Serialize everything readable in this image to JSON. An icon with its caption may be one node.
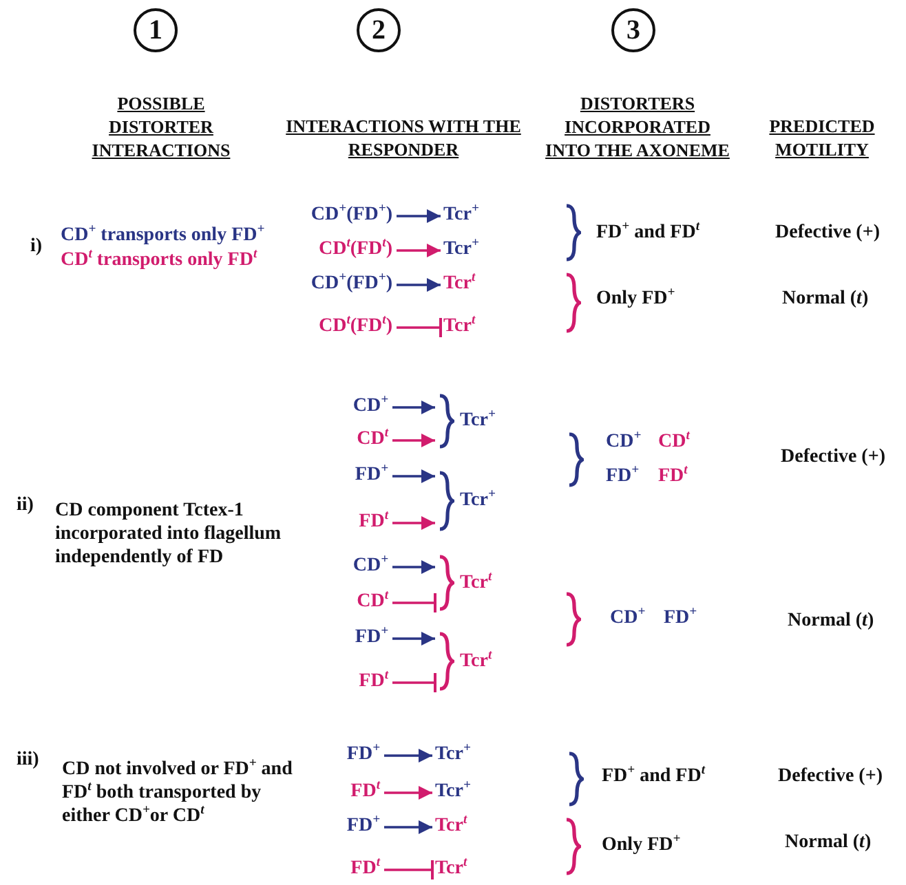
{
  "diagram": {
    "nodes": [
      {
        "text": [
          "CD$^{+}$(FD$^{+}$)"
        ]
      },
      {
        "text": [
          "Tcr$^{+}$"
        ]
      },
      {
        "text": [
          "CD$^{t}$(FD$^{t}$)"
        ]
      },
      {
        "text": [
          "Tcr$^{+}$"
        ]
      },
      {
        "text": [
          "CD$^{+}$(FD$^{+}$)"
        ]
      },
      {
        "text": [
          "Tcr$^{t}$"
        ]
      },
      {
        "text": [
          "CD$^{t}$(FD$^{t}$)"
        ]
      },
      {
        "text": [
          "Tcr$^{t}$"
        ]
      },
      {
        "text": [
          "CD$^{+}$"
        ]
      },
      {
        "text": [
          "CD$^{t}$"
        ]
      },
      {
        "text": [
          "Tcr$^{+}$"
        ]
      },
      {
        "text": [
          "FD$^{+}$"
        ]
      },
      {
        "text": [
          "FD$^{t}$"
        ]
      },
      {
        "text": [
          "Tcr$^{+}$"
        ]
      },
      {
        "text": [
          "CD$^{+}$"
        ]
      },
      {
        "text": [
          "CD$^{t}$"
        ]
      },
      {
        "text": [
          "Tcr$^{t}$"
        ]
      },
      {
        "text": [
          "FD$^{+}$"
        ]
      },
      {
        "text": [
          "FD$^{t}$"
        ]
      },
      {
        "text": [
          "Tcr$^{t}$"
        ]
      },
      {
        "text": [
          "FD$^{+}$"
        ]
      },
      {
        "text": [
          "Tcr$^{+}$"
        ]
      },
      {
        "text": [
          "FD$^{t}$"
        ]
      },
      {
        "text": [
          "Tcr$^{+}$"
        ]
      },
      {
        "text": [
          "FD$^{+}$"
        ]
      },
      {
        "text": [
          "Tcr$^{t}$"
        ]
      },
      {
        "text": [
          "FD$^{t}$"
        ]
      },
      {
        "text": [
          "Tcr$^{t}$"
        ]
      }
    ],
    "edges": [
      {
        "from": 0,
        "to": 1,
        "arrow": "to",
        "color": "#2a3585"
      },
      {
        "from": 2,
        "to": 3,
        "arrow": "to",
        "color": "#d11c6d"
      },
      {
        "from": 4,
        "to": 5,
        "arrow": "to",
        "color": "#2a3585"
      },
      {
        "from": 6,
        "to": 7,
        "arrow": "other",
        "color": "#d11c6d"
      },
      {
        "from": 8,
        "to": 10,
        "arrow": "to",
        "color": "#2a3585"
      },
      {
        "from": 9,
        "to": 10,
        "arrow": "to",
        "color": "#d11c6d"
      },
      {
        "from": 11,
        "to": 13,
        "arrow": "to",
        "color": "#2a3585"
      },
      {
        "from": 12,
        "to": 13,
        "arrow": "to",
        "color": "#d11c6d"
      },
      {
        "from": 14,
        "to": 16,
        "arrow": "to",
        "color": "#2a3585"
      },
      {
        "from": 15,
        "to": 16,
        "arrow": "other",
        "color": "#d11c6d"
      },
      {
        "from": 17,
        "to": 19,
        "arrow": "to",
        "color": "#2a3585"
      },
      {
        "from": 18,
        "to": 19,
        "arrow": "other",
        "color": "#d11c6d"
      },
      {
        "from": 20,
        "to": 21,
        "arrow": "to",
        "color": "#2a3585"
      },
      {
        "from": 22,
        "to": 23,
        "arrow": "to",
        "color": "#d11c6d"
      },
      {
        "from": 24,
        "to": 25,
        "arrow": "to",
        "color": "#2a3585"
      },
      {
        "from": 26,
        "to": 27,
        "arrow": "other",
        "color": "#d11c6d"
      }
    ],
    "labels": [
      "1",
      "2",
      "3",
      "POSSIBLE DISTORTER INTERACTIONS",
      "INTERACTIONS WITH THE RESPONDER",
      "DISTORTERS INCORPORATED INTO THE AXONEME",
      "PREDICTED MOTILITY",
      "i)",
      "CD$^{+}$ transports only FD$^{+}$",
      "CD$^{t}$ transports only FD$^{t}$",
      "FD$^{+}$ and FD$^{t}$",
      "Defective (+)",
      "Only FD$^{+}$",
      "Normal (*t*)",
      "ii)",
      "CD component Tctex-1 incorporated into flagellum independently of FD",
      "CD$^{+}$",
      "CD$^{t}$",
      "FD$^{+}$",
      "FD$^{t}$",
      "Defective (+)",
      "CD$^{+}$",
      "FD$^{+}$",
      "Normal (*t*)",
      "iii)",
      "CD not involved or FD$^{+}$ and FD$^{t}$ both transported by either CD$^{+}$or CD$^{t}$",
      "FD$^{+}$ and FD$^{t}$",
      "Defective (+)",
      "Only FD$^{+}$",
      "Normal (*t*)"
    ]
  }
}
